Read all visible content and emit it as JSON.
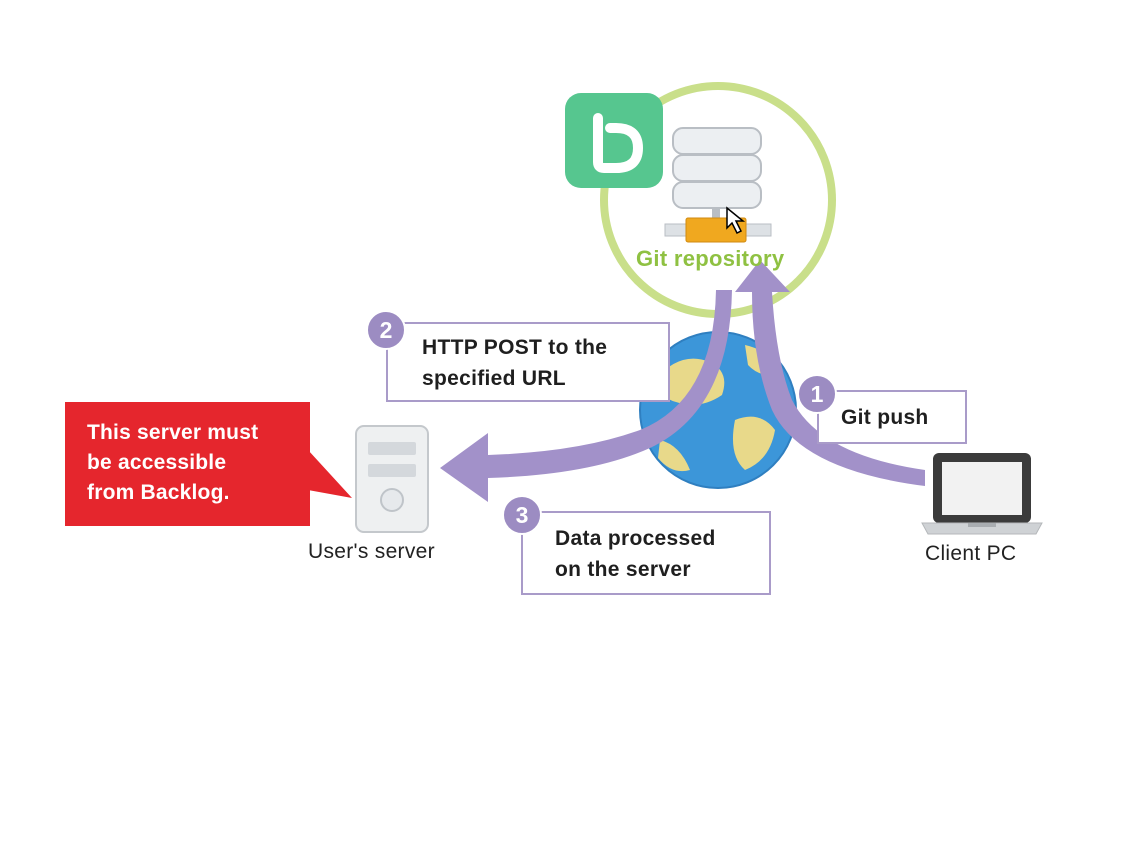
{
  "diagram": {
    "repository": {
      "label": "Git repository",
      "logo": "backlog-logo-icon"
    },
    "users_server": {
      "label": "User's server",
      "icon": "server-icon"
    },
    "client_pc": {
      "label": "Client PC",
      "icon": "laptop-icon"
    },
    "callout": {
      "text_line1": "This server must",
      "text_line2": "be accessible",
      "text_line3": "from Backlog."
    },
    "steps": [
      {
        "number": "1",
        "line1": "Git push",
        "line2": ""
      },
      {
        "number": "2",
        "line1": "HTTP POST to the",
        "line2": "specified URL"
      },
      {
        "number": "3",
        "line1": "Data processed",
        "line2": "on the server"
      }
    ]
  },
  "colors": {
    "accent_purple": "#9c8cc2",
    "ring_green": "#c9df8a",
    "logo_green": "#56c68f",
    "callout_red": "#e5262d",
    "label_green": "#8fc142"
  }
}
